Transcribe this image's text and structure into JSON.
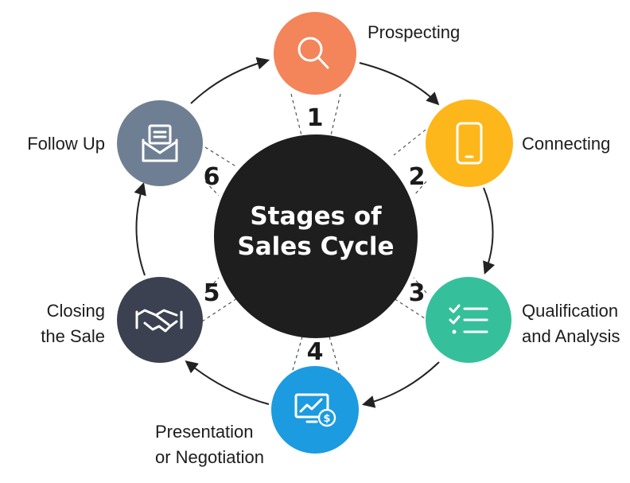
{
  "center": {
    "line1": "Stages of",
    "line2": "Sales Cycle"
  },
  "stages": [
    {
      "number": "1",
      "label_lines": [
        "Prospecting"
      ],
      "color": "#F4845A",
      "icon": "magnifier-icon"
    },
    {
      "number": "2",
      "label_lines": [
        "Connecting"
      ],
      "color": "#FDB71A",
      "icon": "smartphone-icon"
    },
    {
      "number": "3",
      "label_lines": [
        "Qualification",
        "and Analysis"
      ],
      "color": "#35C09B",
      "icon": "checklist-icon"
    },
    {
      "number": "4",
      "label_lines": [
        "Presentation",
        "or Negotiation"
      ],
      "color": "#1C9BE0",
      "icon": "monitor-chart-dollar-icon"
    },
    {
      "number": "5",
      "label_lines": [
        "Closing",
        "the Sale"
      ],
      "color": "#3B4150",
      "icon": "handshake-icon"
    },
    {
      "number": "6",
      "label_lines": [
        "Follow Up"
      ],
      "color": "#6F7F93",
      "icon": "envelope-document-icon"
    }
  ],
  "colors": {
    "center_circle": "#1E1E1E",
    "arrows": "#222222",
    "dashed_connectors": "#444444"
  }
}
